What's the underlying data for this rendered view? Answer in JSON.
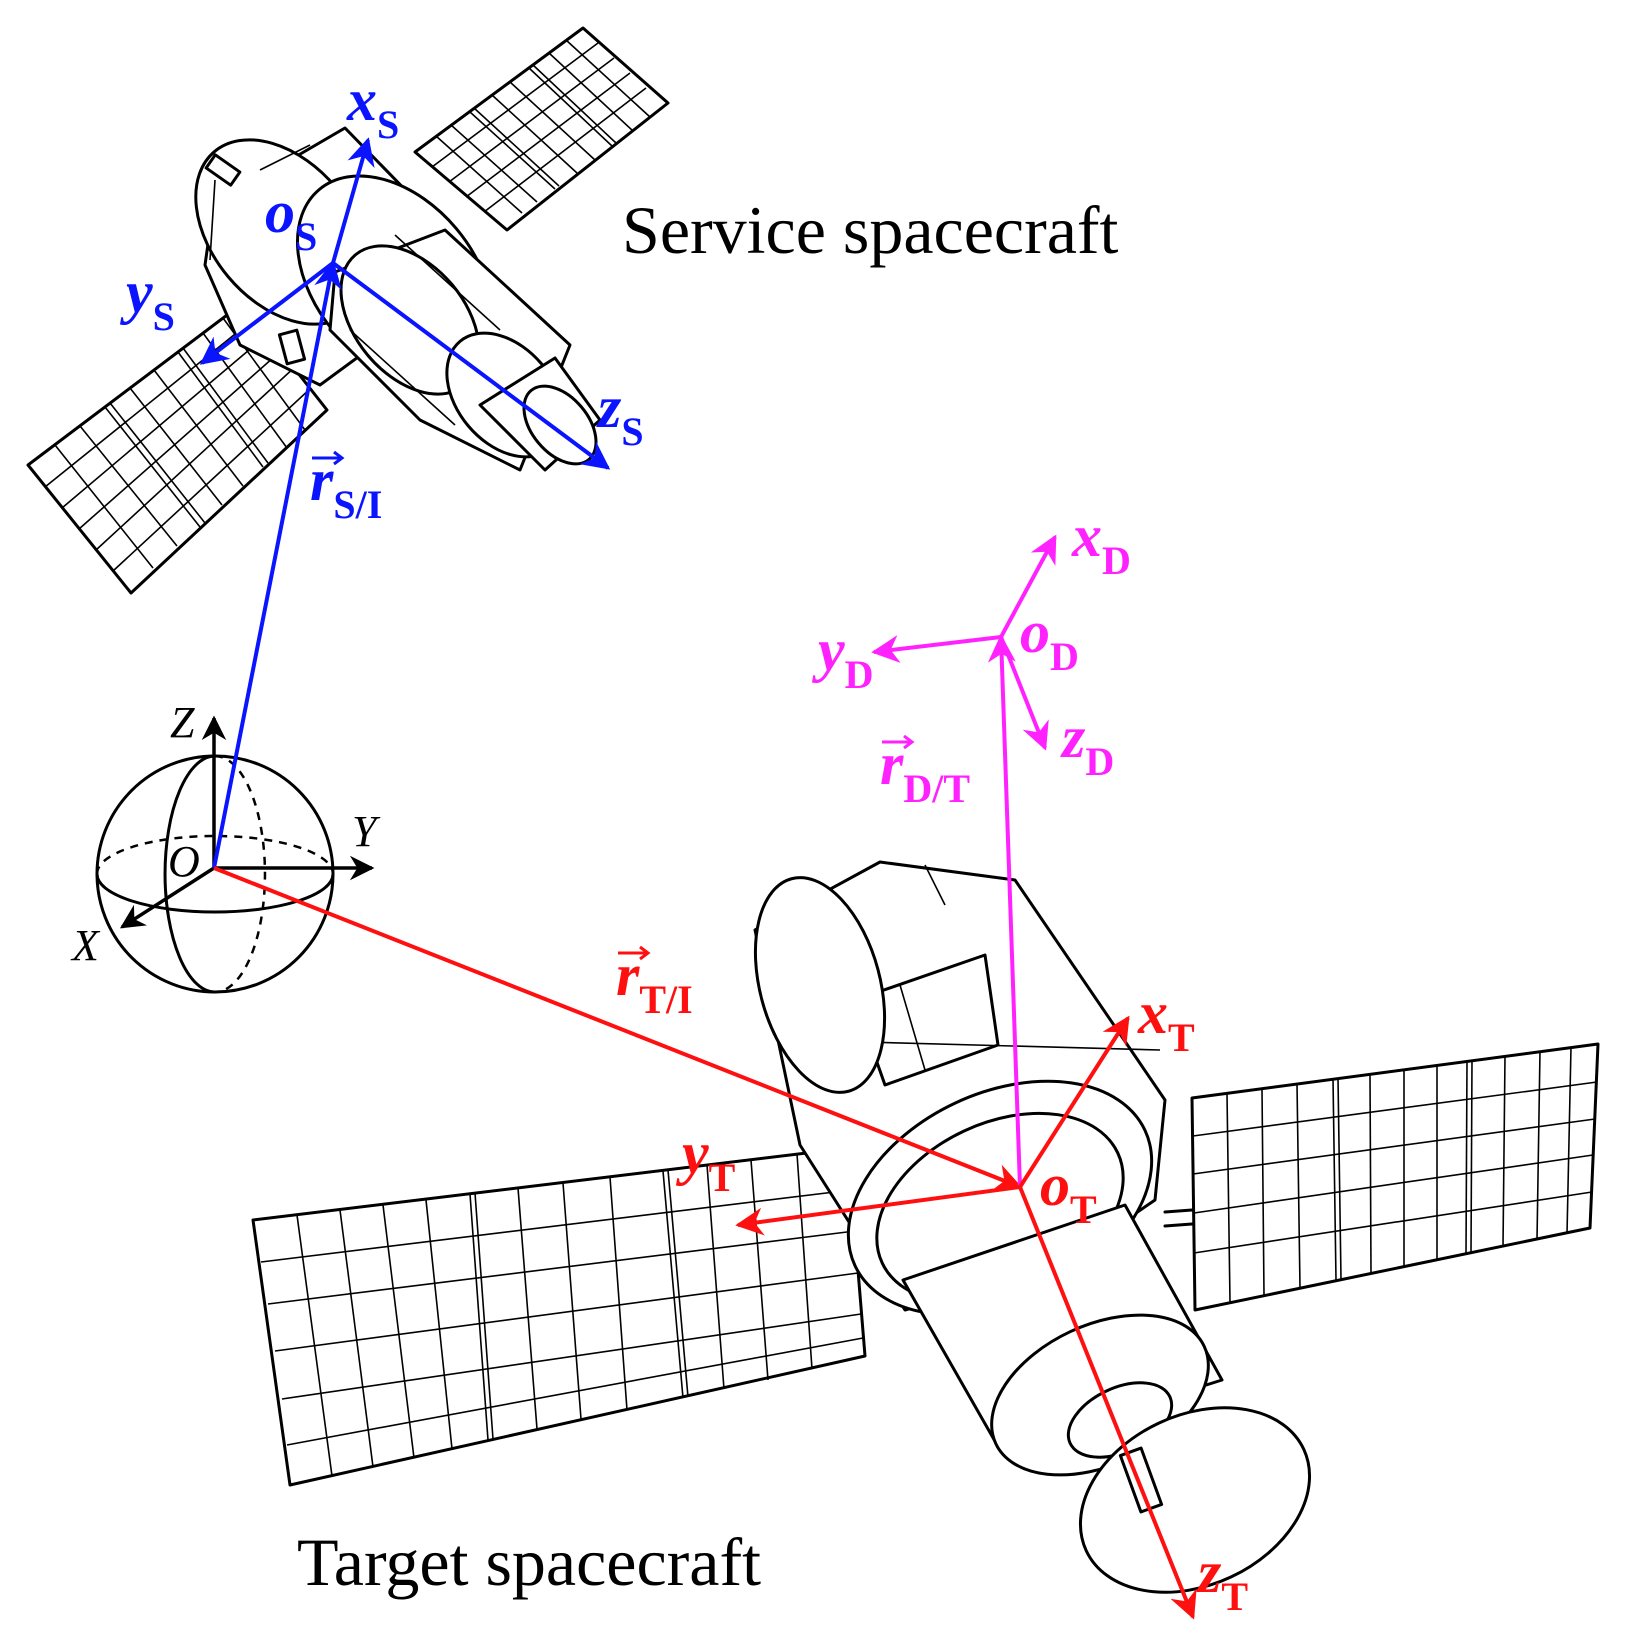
{
  "captions": {
    "service": "Service spacecraft",
    "target": "Target spacecraft"
  },
  "inertial": {
    "origin": "O",
    "x": "X",
    "y": "Y",
    "z": "Z"
  },
  "service_frame": {
    "origin": "o",
    "origin_sub": "S",
    "x": "x",
    "x_sub": "S",
    "y": "y",
    "y_sub": "S",
    "z": "z",
    "z_sub": "S",
    "position_vector": "r",
    "position_vector_sub": "S/I"
  },
  "docking_frame": {
    "origin": "o",
    "origin_sub": "D",
    "x": "x",
    "x_sub": "D",
    "y": "y",
    "y_sub": "D",
    "z": "z",
    "z_sub": "D",
    "position_vector": "r",
    "position_vector_sub": "D/T"
  },
  "target_frame": {
    "origin": "o",
    "origin_sub": "T",
    "x": "x",
    "x_sub": "T",
    "y": "y",
    "y_sub": "T",
    "z": "z",
    "z_sub": "T",
    "position_vector": "r",
    "position_vector_sub": "T/I"
  },
  "colors": {
    "service": "#0a14ff",
    "target": "#ff1010",
    "docking": "#ff22ff",
    "inertial": "#000000"
  }
}
